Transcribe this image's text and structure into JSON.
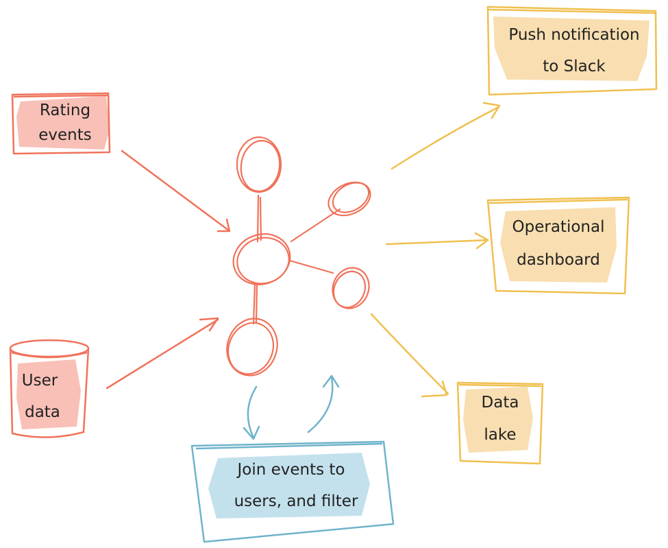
{
  "colors": {
    "source": "#f0725a",
    "source_fill": "#f7b5aa",
    "sink": "#f0bf4e",
    "sink_fill": "#f7d8a2",
    "process": "#6fb3cb",
    "process_fill": "#b9dcea",
    "text": "#222222"
  },
  "nodes": {
    "rating_events": {
      "line1": "Rating",
      "line2": "events",
      "icon": "box"
    },
    "user_data": {
      "line1": "User",
      "line2": "data",
      "icon": "database-cylinder-icon"
    },
    "push_notification": {
      "line1": "Push notification",
      "line2": "to Slack",
      "icon": "box"
    },
    "operational_dashboard": {
      "line1": "Operational",
      "line2": "dashboard",
      "icon": "box"
    },
    "data_lake": {
      "line1": "Data",
      "line2": "lake",
      "icon": "box"
    },
    "join_filter": {
      "line1": "Join events to",
      "line2": "users, and filter",
      "icon": "box"
    }
  },
  "hub": {
    "icon": "cluster-nodes-icon"
  },
  "edges": [
    {
      "from": "rating_events",
      "to": "hub"
    },
    {
      "from": "user_data",
      "to": "hub"
    },
    {
      "from": "hub",
      "to": "push_notification"
    },
    {
      "from": "hub",
      "to": "operational_dashboard"
    },
    {
      "from": "hub",
      "to": "data_lake"
    },
    {
      "from": "hub",
      "to": "join_filter"
    },
    {
      "from": "join_filter",
      "to": "hub"
    }
  ]
}
